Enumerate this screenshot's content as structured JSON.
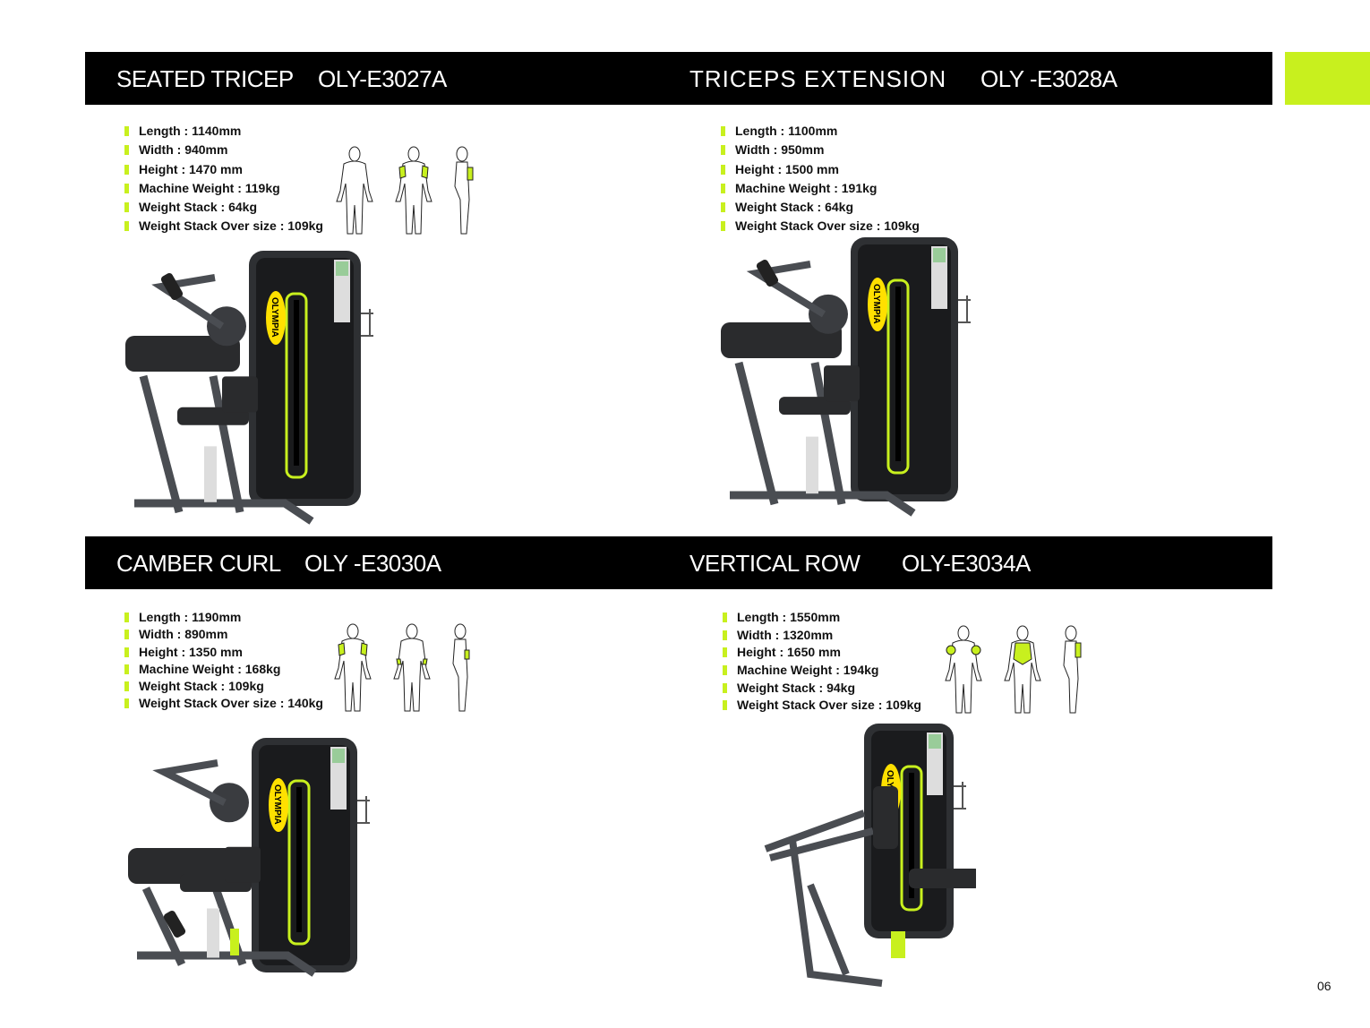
{
  "brand": "OLYMPIA",
  "accent_color": "#c8f01e",
  "page_number": "06",
  "products": [
    {
      "name": "SEATED TRICEP",
      "model": "OLY-E3027A",
      "specs": [
        "Length : 1140mm",
        "Width : 940mm",
        "Height : 1470 mm",
        "Machine Weight : 119kg",
        "Weight Stack : 64kg",
        "Weight Stack Over size : 109kg"
      ],
      "muscles": "triceps"
    },
    {
      "name": "TRICEPS EXTENSION",
      "model": "OLY -E3028A",
      "specs": [
        "Length : 1100mm",
        "Width : 950mm",
        "Height : 1500 mm",
        "Machine Weight : 191kg",
        "Weight Stack : 64kg",
        "Weight Stack Over size : 109kg"
      ]
    },
    {
      "name": "CAMBER CURL",
      "model": "OLY -E3030A",
      "specs": [
        "Length : 1190mm",
        "Width : 890mm",
        "Height : 1350 mm",
        "Machine Weight : 168kg",
        "Weight Stack : 109kg",
        "Weight Stack Over size : 140kg"
      ],
      "muscles": "biceps"
    },
    {
      "name": "VERTICAL ROW",
      "model": "OLY-E3034A",
      "specs": [
        "Length : 1550mm",
        "Width : 1320mm",
        "Height : 1650 mm",
        "Machine Weight : 194kg",
        "Weight Stack : 94kg",
        "Weight Stack Over size : 109kg"
      ],
      "muscles": "back"
    }
  ]
}
